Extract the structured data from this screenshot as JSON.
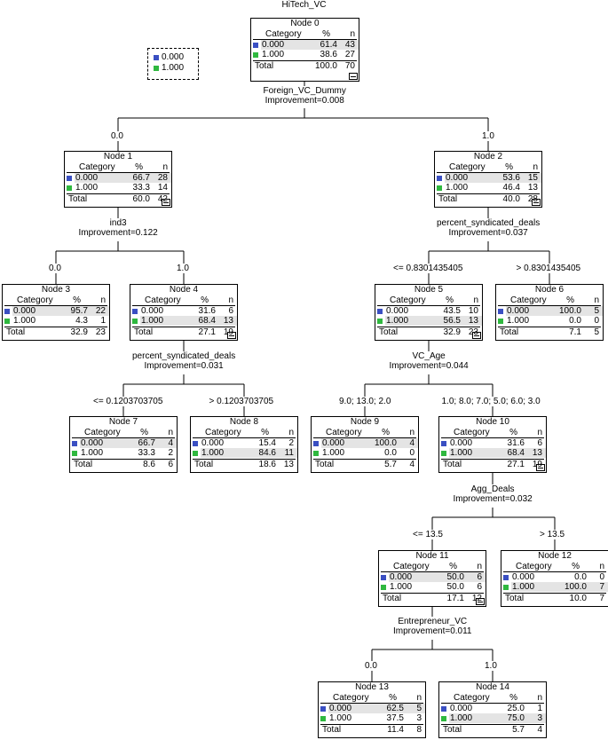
{
  "title": "HiTech_VC",
  "legend": [
    {
      "label": "0.000",
      "color": "#3a4fc2"
    },
    {
      "label": "1.000",
      "color": "#2fb83f"
    }
  ],
  "headers": {
    "category": "Category",
    "pct": "%",
    "n": "n",
    "total": "Total"
  },
  "nodes": [
    {
      "id": "node-0",
      "title": "Node 0",
      "r0": [
        "0.000",
        "61.4",
        "43"
      ],
      "r1": [
        "1.000",
        "38.6",
        "27"
      ],
      "tot": [
        "100.0",
        "70"
      ],
      "hl": 0,
      "minus": true
    },
    {
      "id": "node-1",
      "title": "Node 1",
      "r0": [
        "0.000",
        "66.7",
        "28"
      ],
      "r1": [
        "1.000",
        "33.3",
        "14"
      ],
      "tot": [
        "60.0",
        "42"
      ],
      "hl": 0,
      "minus": true
    },
    {
      "id": "node-2",
      "title": "Node 2",
      "r0": [
        "0.000",
        "53.6",
        "15"
      ],
      "r1": [
        "1.000",
        "46.4",
        "13"
      ],
      "tot": [
        "40.0",
        "28"
      ],
      "hl": 0,
      "minus": true
    },
    {
      "id": "node-3",
      "title": "Node 3",
      "r0": [
        "0.000",
        "95.7",
        "22"
      ],
      "r1": [
        "1.000",
        "4.3",
        "1"
      ],
      "tot": [
        "32.9",
        "23"
      ],
      "hl": 0,
      "minus": false
    },
    {
      "id": "node-4",
      "title": "Node 4",
      "r0": [
        "0.000",
        "31.6",
        "6"
      ],
      "r1": [
        "1.000",
        "68.4",
        "13"
      ],
      "tot": [
        "27.1",
        "19"
      ],
      "hl": 1,
      "minus": true
    },
    {
      "id": "node-5",
      "title": "Node 5",
      "r0": [
        "0.000",
        "43.5",
        "10"
      ],
      "r1": [
        "1.000",
        "56.5",
        "13"
      ],
      "tot": [
        "32.9",
        "23"
      ],
      "hl": 1,
      "minus": true
    },
    {
      "id": "node-6",
      "title": "Node 6",
      "r0": [
        "0.000",
        "100.0",
        "5"
      ],
      "r1": [
        "1.000",
        "0.0",
        "0"
      ],
      "tot": [
        "7.1",
        "5"
      ],
      "hl": 0,
      "minus": false
    },
    {
      "id": "node-7",
      "title": "Node 7",
      "r0": [
        "0.000",
        "66.7",
        "4"
      ],
      "r1": [
        "1.000",
        "33.3",
        "2"
      ],
      "tot": [
        "8.6",
        "6"
      ],
      "hl": 0,
      "minus": false
    },
    {
      "id": "node-8",
      "title": "Node 8",
      "r0": [
        "0.000",
        "15.4",
        "2"
      ],
      "r1": [
        "1.000",
        "84.6",
        "11"
      ],
      "tot": [
        "18.6",
        "13"
      ],
      "hl": 1,
      "minus": false
    },
    {
      "id": "node-9",
      "title": "Node 9",
      "r0": [
        "0.000",
        "100.0",
        "4"
      ],
      "r1": [
        "1.000",
        "0.0",
        "0"
      ],
      "tot": [
        "5.7",
        "4"
      ],
      "hl": 0,
      "minus": false
    },
    {
      "id": "node-10",
      "title": "Node 10",
      "r0": [
        "0.000",
        "31.6",
        "6"
      ],
      "r1": [
        "1.000",
        "68.4",
        "13"
      ],
      "tot": [
        "27.1",
        "19"
      ],
      "hl": 1,
      "minus": true
    },
    {
      "id": "node-11",
      "title": "Node 11",
      "r0": [
        "0.000",
        "50.0",
        "6"
      ],
      "r1": [
        "1.000",
        "50.0",
        "6"
      ],
      "tot": [
        "17.1",
        "12"
      ],
      "hl": 0,
      "minus": true
    },
    {
      "id": "node-12",
      "title": "Node 12",
      "r0": [
        "0.000",
        "0.0",
        "0"
      ],
      "r1": [
        "1.000",
        "100.0",
        "7"
      ],
      "tot": [
        "10.0",
        "7"
      ],
      "hl": 1,
      "minus": false
    },
    {
      "id": "node-13",
      "title": "Node 13",
      "r0": [
        "0.000",
        "62.5",
        "5"
      ],
      "r1": [
        "1.000",
        "37.5",
        "3"
      ],
      "tot": [
        "11.4",
        "8"
      ],
      "hl": 0,
      "minus": false
    },
    {
      "id": "node-14",
      "title": "Node 14",
      "r0": [
        "0.000",
        "25.0",
        "1"
      ],
      "r1": [
        "1.000",
        "75.0",
        "3"
      ],
      "tot": [
        "5.7",
        "4"
      ],
      "hl": 1,
      "minus": false
    }
  ],
  "splits": [
    {
      "id": "split-0",
      "variable": "Foreign_VC_Dummy",
      "improvement": "Improvement=0.008"
    },
    {
      "id": "split-1",
      "variable": "ind3",
      "improvement": "Improvement=0.122"
    },
    {
      "id": "split-2",
      "variable": "percent_syndicated_deals",
      "improvement": "Improvement=0.037"
    },
    {
      "id": "split-4",
      "variable": "percent_syndicated_deals",
      "improvement": "Improvement=0.031"
    },
    {
      "id": "split-5",
      "variable": "VC_Age",
      "improvement": "Improvement=0.044"
    },
    {
      "id": "split-10",
      "variable": "Agg_Deals",
      "improvement": "Improvement=0.032"
    },
    {
      "id": "split-11",
      "variable": "Entrepreneur_VC",
      "improvement": "Improvement=0.011"
    }
  ],
  "branches": [
    {
      "id": "b-1",
      "text": "0.0"
    },
    {
      "id": "b-2",
      "text": "1.0"
    },
    {
      "id": "b-3",
      "text": "0.0"
    },
    {
      "id": "b-4",
      "text": "1.0"
    },
    {
      "id": "b-5",
      "text": "<= 0.8301435405"
    },
    {
      "id": "b-6",
      "text": "> 0.8301435405"
    },
    {
      "id": "b-7",
      "text": "<= 0.1203703705"
    },
    {
      "id": "b-8",
      "text": "> 0.1203703705"
    },
    {
      "id": "b-9",
      "text": "9.0; 13.0; 2.0"
    },
    {
      "id": "b-10",
      "text": "1.0; 8.0; 7.0; 5.0; 6.0; 3.0"
    },
    {
      "id": "b-11",
      "text": "<= 13.5"
    },
    {
      "id": "b-12",
      "text": "> 13.5"
    },
    {
      "id": "b-13",
      "text": "0.0"
    },
    {
      "id": "b-14",
      "text": "1.0"
    }
  ]
}
